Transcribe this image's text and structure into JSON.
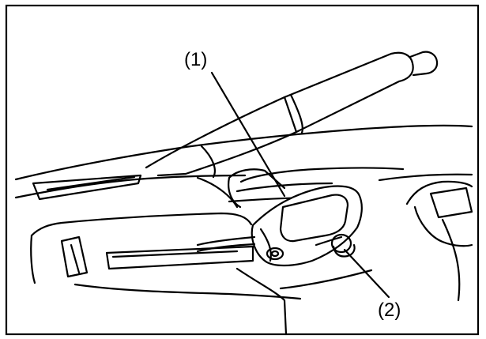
{
  "diagram": {
    "callouts": [
      {
        "id": 1,
        "label": "(1)"
      },
      {
        "id": 2,
        "label": "(2)"
      }
    ]
  },
  "colors": {
    "line": "#000000",
    "background": "#ffffff"
  }
}
